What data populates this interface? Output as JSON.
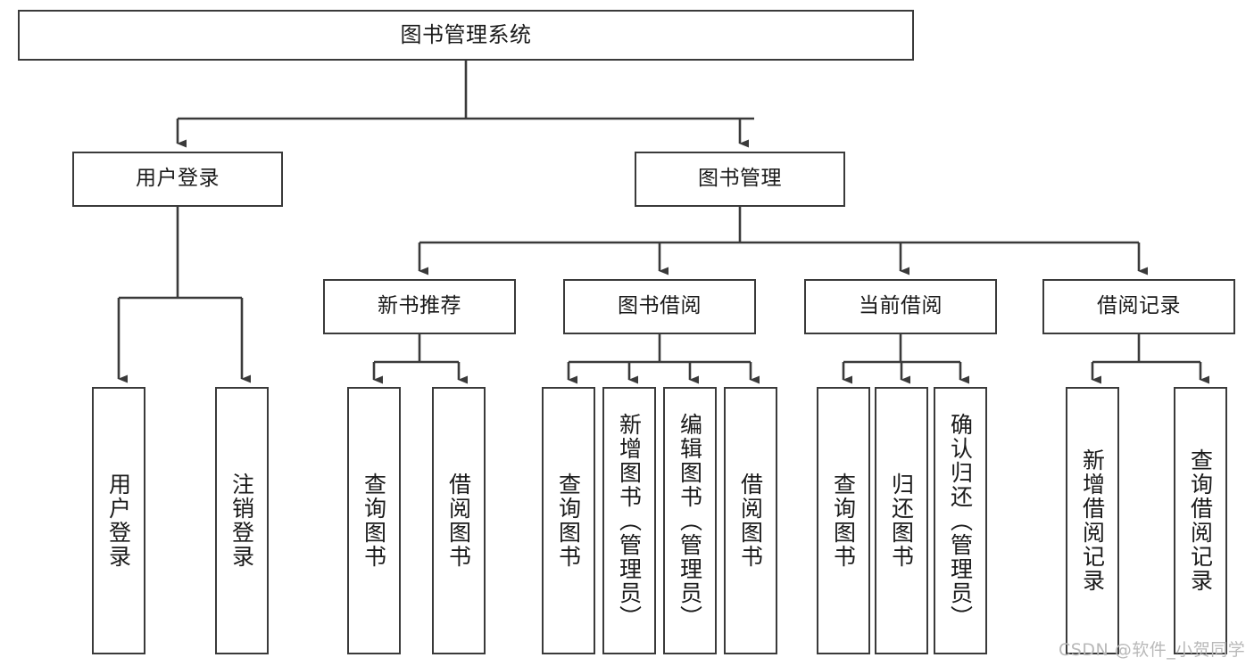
{
  "diagram": {
    "type": "tree",
    "title": "图书管理系统",
    "watermark": "CSDN @软件_小贺同学",
    "colors": {
      "background": "#ffffff",
      "node_border": "#3a3a3a",
      "node_fill": "#ffffff",
      "edge": "#3a3a3a",
      "text": "#1a1a1a",
      "watermark": "#b9b9b9"
    },
    "nodes": {
      "root": {
        "label": "图书管理系统"
      },
      "level2": [
        {
          "id": "user-login",
          "label": "用户登录"
        },
        {
          "id": "book-manage",
          "label": "图书管理"
        }
      ],
      "level3": [
        {
          "id": "new-book-rec",
          "label": "新书推荐"
        },
        {
          "id": "book-borrow",
          "label": "图书借阅"
        },
        {
          "id": "current-borrow",
          "label": "当前借阅"
        },
        {
          "id": "borrow-record",
          "label": "借阅记录"
        }
      ],
      "leaves": {
        "user_login": [
          {
            "id": "leaf-user-login",
            "label": "用户登录"
          },
          {
            "id": "leaf-logout-login",
            "label": "注销登录"
          }
        ],
        "new_book_rec": [
          {
            "id": "leaf-query-book-1",
            "label": "查询图书"
          },
          {
            "id": "leaf-borrow-book-1",
            "label": "借阅图书"
          }
        ],
        "book_borrow": [
          {
            "id": "leaf-query-book-2",
            "label": "查询图书"
          },
          {
            "id": "leaf-add-book",
            "label": "新增图书（管理员）"
          },
          {
            "id": "leaf-edit-book",
            "label": "编辑图书（管理员）"
          },
          {
            "id": "leaf-borrow-book-2",
            "label": "借阅图书"
          }
        ],
        "current_borrow": [
          {
            "id": "leaf-query-book-3",
            "label": "查询图书"
          },
          {
            "id": "leaf-return-book",
            "label": "归还图书"
          },
          {
            "id": "leaf-confirm-return",
            "label": "确认归还（管理员）"
          }
        ],
        "borrow_record": [
          {
            "id": "leaf-add-record",
            "label": "新增借阅记录"
          },
          {
            "id": "leaf-query-record",
            "label": "查询借阅记录"
          }
        ]
      }
    }
  }
}
